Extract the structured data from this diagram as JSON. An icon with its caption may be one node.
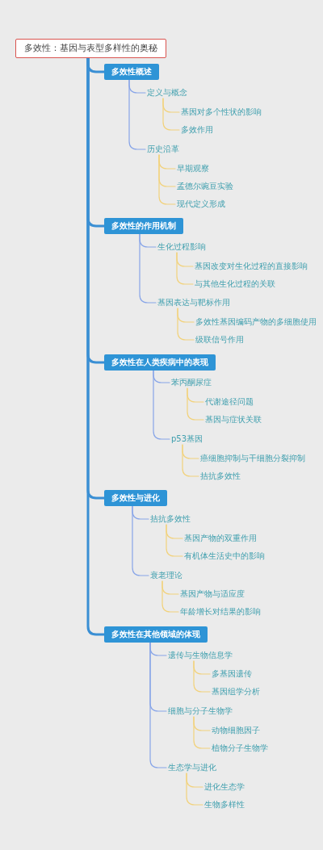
{
  "diagram": {
    "nodes": [
      {
        "text": [
          "多效性：基因与表型多样性的奥秘"
        ]
      },
      {
        "text": [
          "多效性概述"
        ]
      },
      {
        "text": [
          "定义与概念"
        ]
      },
      {
        "text": [
          "基因对多个性状的影响"
        ]
      },
      {
        "text": [
          "多效作用"
        ]
      },
      {
        "text": [
          "历史沿革"
        ]
      },
      {
        "text": [
          "早期观察"
        ]
      },
      {
        "text": [
          "孟德尔豌豆实验"
        ]
      },
      {
        "text": [
          "现代定义形成"
        ]
      },
      {
        "text": [
          "多效性的作用机制"
        ]
      },
      {
        "text": [
          "生化过程影响"
        ]
      },
      {
        "text": [
          "基因改变对生化过程的直接影响"
        ]
      },
      {
        "text": [
          "与其他生化过程的关联"
        ]
      },
      {
        "text": [
          "基因表达与靶标作用"
        ]
      },
      {
        "text": [
          "多效性基因编码产物的多细胞使用"
        ]
      },
      {
        "text": [
          "级联信号作用"
        ]
      },
      {
        "text": [
          "多效性在人类疾病中的表现"
        ]
      },
      {
        "text": [
          "苯丙酮尿症"
        ]
      },
      {
        "text": [
          "代谢途径问题"
        ]
      },
      {
        "text": [
          "基因与症状关联"
        ]
      },
      {
        "text": [
          "p53基因"
        ]
      },
      {
        "text": [
          "癌细胞抑制与干细胞分裂抑制"
        ]
      },
      {
        "text": [
          "拮抗多效性"
        ]
      },
      {
        "text": [
          "多效性与进化"
        ]
      },
      {
        "text": [
          "拮抗多效性"
        ]
      },
      {
        "text": [
          "基因产物的双重作用"
        ]
      },
      {
        "text": [
          "有机体生活史中的影响"
        ]
      },
      {
        "text": [
          "衰老理论"
        ]
      },
      {
        "text": [
          "基因产物与适应度"
        ]
      },
      {
        "text": [
          "年龄增长对结果的影响"
        ]
      },
      {
        "text": [
          "多效性在其他领域的体现"
        ]
      },
      {
        "text": [
          "遗传与生物信息学"
        ]
      },
      {
        "text": [
          "多基因遗传"
        ]
      },
      {
        "text": [
          "基因组学分析"
        ]
      },
      {
        "text": [
          "细胞与分子生物学"
        ]
      },
      {
        "text": [
          "动物细胞因子"
        ]
      },
      {
        "text": [
          "植物分子生物学"
        ]
      },
      {
        "text": [
          "生态学与进化"
        ]
      },
      {
        "text": [
          "进化生态学"
        ]
      },
      {
        "text": [
          "生物多样性"
        ]
      }
    ],
    "edges": [
      {
        "from": 0,
        "to": 1,
        "arrow": "none",
        "style": "thick",
        "color": "#3a8fd4"
      },
      {
        "from": 1,
        "to": 2,
        "arrow": "none",
        "color": "#88a5e8"
      },
      {
        "from": 2,
        "to": 3,
        "arrow": "none"
      },
      {
        "from": 2,
        "to": 4,
        "arrow": "none"
      },
      {
        "from": 1,
        "to": 5,
        "arrow": "none",
        "color": "#88a5e8"
      },
      {
        "from": 5,
        "to": 6,
        "arrow": "none"
      },
      {
        "from": 5,
        "to": 7,
        "arrow": "none"
      },
      {
        "from": 5,
        "to": 8,
        "arrow": "none"
      },
      {
        "from": 0,
        "to": 9,
        "arrow": "none",
        "style": "thick",
        "color": "#3a8fd4"
      },
      {
        "from": 9,
        "to": 10,
        "arrow": "none",
        "color": "#88a5e8"
      },
      {
        "from": 10,
        "to": 11,
        "arrow": "none"
      },
      {
        "from": 10,
        "to": 12,
        "arrow": "none"
      },
      {
        "from": 9,
        "to": 13,
        "arrow": "none",
        "color": "#88a5e8"
      },
      {
        "from": 13,
        "to": 14,
        "arrow": "none"
      },
      {
        "from": 13,
        "to": 15,
        "arrow": "none"
      },
      {
        "from": 0,
        "to": 16,
        "arrow": "none",
        "style": "thick",
        "color": "#3a8fd4"
      },
      {
        "from": 16,
        "to": 17,
        "arrow": "none",
        "color": "#88a5e8"
      },
      {
        "from": 17,
        "to": 18,
        "arrow": "none"
      },
      {
        "from": 17,
        "to": 19,
        "arrow": "none"
      },
      {
        "from": 16,
        "to": 20,
        "arrow": "none",
        "color": "#88a5e8"
      },
      {
        "from": 20,
        "to": 21,
        "arrow": "none"
      },
      {
        "from": 20,
        "to": 22,
        "arrow": "none"
      },
      {
        "from": 0,
        "to": 23,
        "arrow": "none",
        "style": "thick",
        "color": "#3a8fd4"
      },
      {
        "from": 23,
        "to": 24,
        "arrow": "none",
        "color": "#88a5e8"
      },
      {
        "from": 24,
        "to": 25,
        "arrow": "none"
      },
      {
        "from": 24,
        "to": 26,
        "arrow": "none"
      },
      {
        "from": 23,
        "to": 27,
        "arrow": "none",
        "color": "#88a5e8"
      },
      {
        "from": 27,
        "to": 28,
        "arrow": "none"
      },
      {
        "from": 27,
        "to": 29,
        "arrow": "none"
      },
      {
        "from": 0,
        "to": 30,
        "arrow": "none",
        "style": "thick",
        "color": "#3a8fd4"
      },
      {
        "from": 30,
        "to": 31,
        "arrow": "none",
        "color": "#88a5e8"
      },
      {
        "from": 31,
        "to": 32,
        "arrow": "none"
      },
      {
        "from": 31,
        "to": 33,
        "arrow": "none"
      },
      {
        "from": 30,
        "to": 34,
        "arrow": "none",
        "color": "#88a5e8"
      },
      {
        "from": 34,
        "to": 35,
        "arrow": "none"
      },
      {
        "from": 34,
        "to": 36,
        "arrow": "none"
      },
      {
        "from": 30,
        "to": 37,
        "arrow": "none",
        "color": "#88a5e8"
      },
      {
        "from": 37,
        "to": 38,
        "arrow": "none"
      },
      {
        "from": 37,
        "to": 39,
        "arrow": "none"
      }
    ]
  }
}
